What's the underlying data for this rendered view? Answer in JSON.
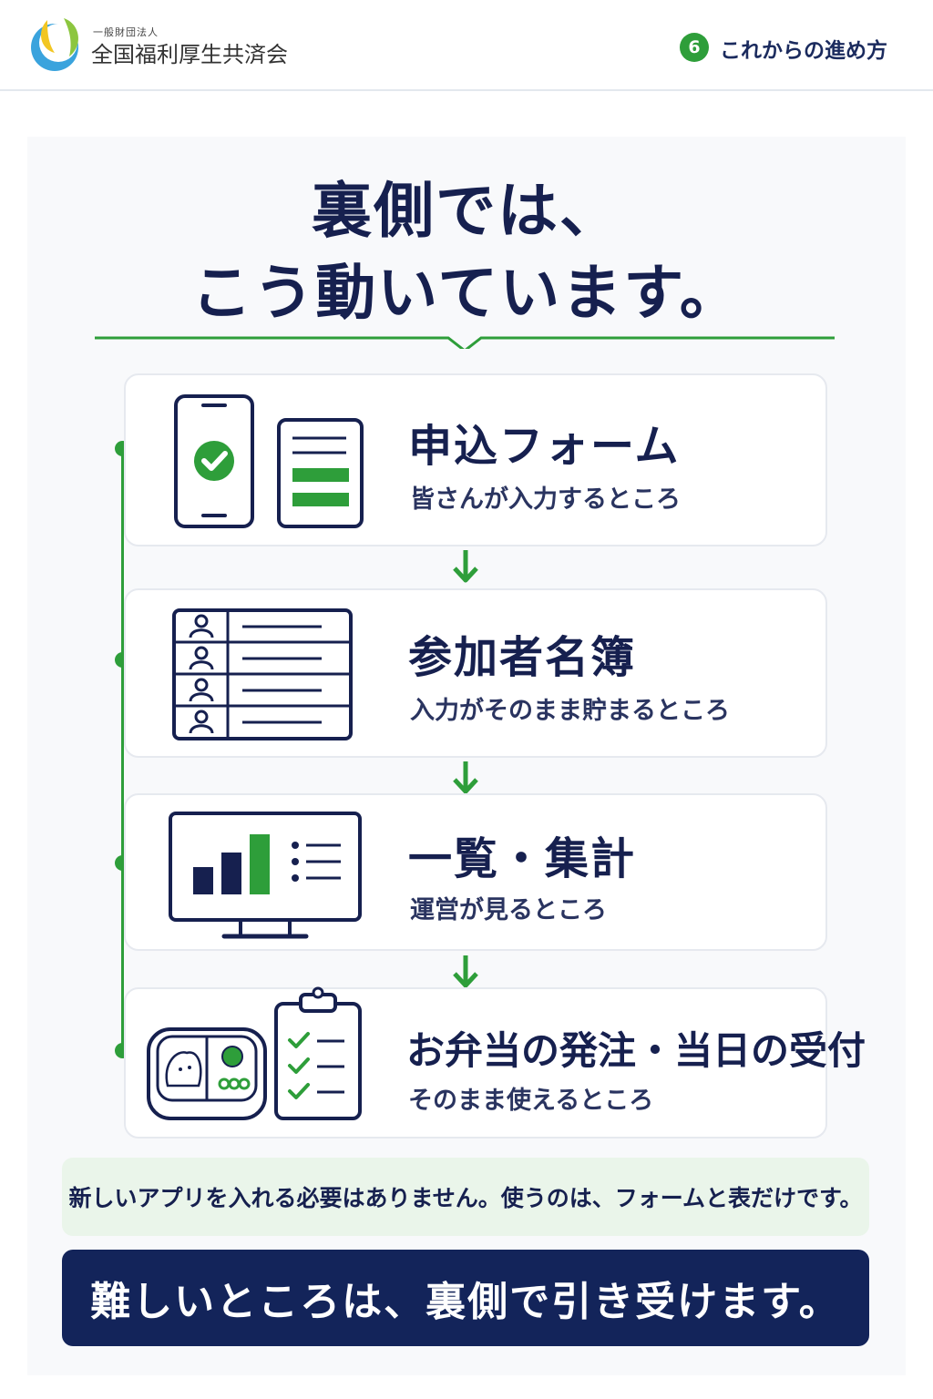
{
  "header": {
    "org_small": "一般財団法人",
    "org_name": "全国福利厚生共済会",
    "step_number": "6",
    "step_title": "これからの進め方"
  },
  "title": {
    "line1": "裏側では、",
    "line2": "こう動いています。"
  },
  "cards": [
    {
      "title": "申込フォーム",
      "subtitle": "皆さんが入力するところ",
      "icon": "form-phone-icon"
    },
    {
      "title": "参加者名簿",
      "subtitle": "入力がそのまま貯まるところ",
      "icon": "participant-list-icon"
    },
    {
      "title": "一覧・集計",
      "subtitle": "運営が見るところ",
      "icon": "dashboard-chart-icon"
    },
    {
      "title": "お弁当の発注・当日の受付",
      "subtitle": "そのまま使えるところ",
      "icon": "bento-checklist-icon"
    }
  ],
  "note": "新しいアプリを入れる必要はありません。使うのは、フォームと表だけです。",
  "bottom_message": "難しいところは、裏側で引き受けます。",
  "colors": {
    "accent_green": "#2e9e3a",
    "navy": "#16204f",
    "note_bg": "#eaf5ea",
    "bar_bg": "#13245a"
  }
}
